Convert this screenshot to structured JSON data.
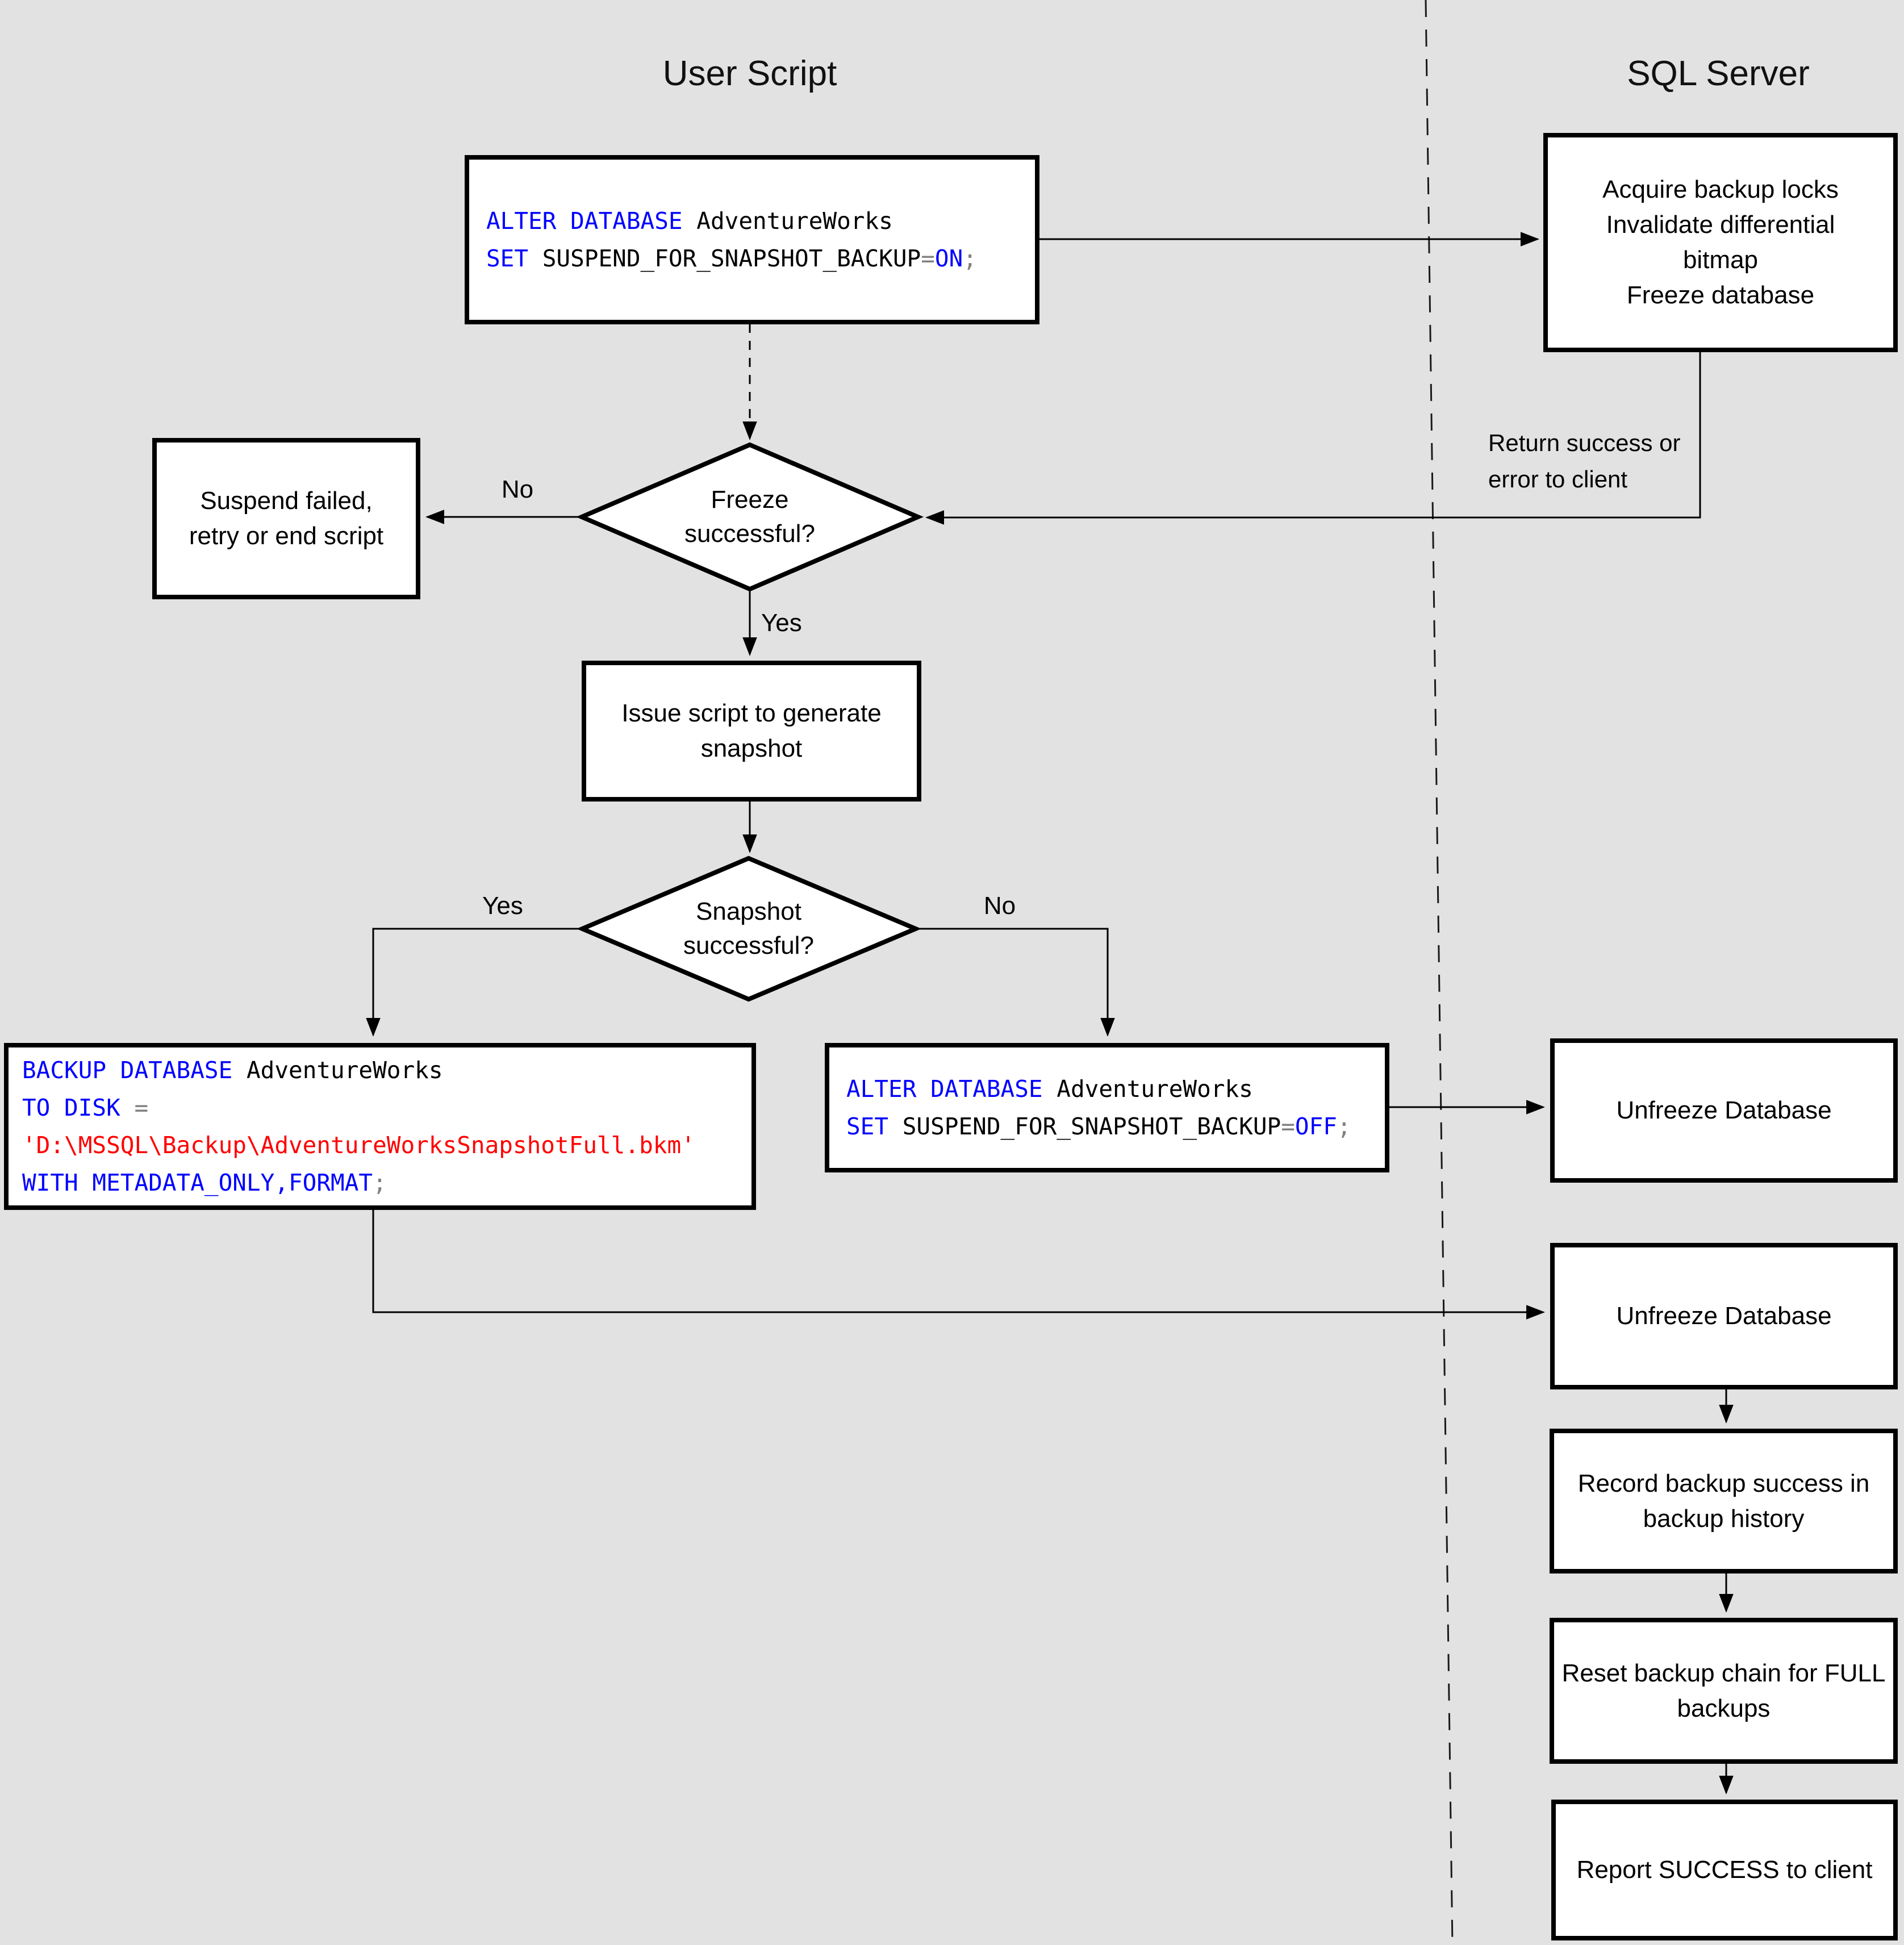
{
  "titles": {
    "left": "User Script",
    "right": "SQL Server"
  },
  "colors": {
    "background": "#e2e2e2",
    "box_fill": "#ffffff",
    "box_border": "#000000",
    "kw": "#0000ff",
    "pl": "#000000",
    "str": "#ff0000",
    "op": "#808080"
  },
  "nodes": {
    "alter_on": {
      "code_lines": [
        [
          {
            "t": "ALTER DATABASE ",
            "c": "kw"
          },
          {
            "t": "AdventureWorks",
            "c": "pl"
          }
        ],
        [
          {
            "t": "SET",
            "c": "kw"
          },
          {
            "t": " SUSPEND_FOR_SNAPSHOT_BACKUP",
            "c": "pl"
          },
          {
            "t": "=",
            "c": "op"
          },
          {
            "t": "ON",
            "c": "kw"
          },
          {
            "t": ";",
            "c": "op"
          }
        ]
      ]
    },
    "acquire": {
      "text": "Acquire backup locks\nInvalidate differential\nbitmap\nFreeze database"
    },
    "suspend_failed": {
      "text": "Suspend failed,\nretry or end script"
    },
    "freeze_decision": {
      "text": "Freeze\nsuccessful?"
    },
    "issue_script": {
      "text": "Issue script to generate\nsnapshot"
    },
    "snapshot_decision": {
      "text": "Snapshot\nsuccessful?"
    },
    "backup": {
      "code_lines": [
        [
          {
            "t": "BACKUP DATABASE ",
            "c": "kw"
          },
          {
            "t": "AdventureWorks",
            "c": "pl"
          }
        ],
        [
          {
            "t": "TO DISK ",
            "c": "kw"
          },
          {
            "t": "=",
            "c": "op"
          }
        ],
        [
          {
            "t": "'D:\\MSSQL\\Backup\\AdventureWorksSnapshotFull.bkm'",
            "c": "str"
          }
        ],
        [
          {
            "t": "WITH METADATA_ONLY,FORMAT",
            "c": "kw"
          },
          {
            "t": ";",
            "c": "op"
          }
        ]
      ]
    },
    "alter_off": {
      "code_lines": [
        [
          {
            "t": "ALTER DATABASE ",
            "c": "kw"
          },
          {
            "t": "AdventureWorks",
            "c": "pl"
          }
        ],
        [
          {
            "t": "SET",
            "c": "kw"
          },
          {
            "t": " SUSPEND_FOR_SNAPSHOT_BACKUP",
            "c": "pl"
          },
          {
            "t": "=",
            "c": "op"
          },
          {
            "t": "OFF",
            "c": "kw"
          },
          {
            "t": ";",
            "c": "op"
          }
        ]
      ]
    },
    "unfreeze_1": {
      "text": "Unfreeze Database"
    },
    "unfreeze_2": {
      "text": "Unfreeze Database"
    },
    "record_history": {
      "text": "Record backup success in\nbackup history"
    },
    "reset_chain": {
      "text": "Reset backup chain for FULL\nbackups"
    },
    "report_success": {
      "text": "Report SUCCESS to client"
    }
  },
  "edge_labels": {
    "freeze_no": "No",
    "freeze_yes": "Yes",
    "snapshot_yes": "Yes",
    "snapshot_no": "No",
    "return_note": "Return success or\nerror to client"
  }
}
